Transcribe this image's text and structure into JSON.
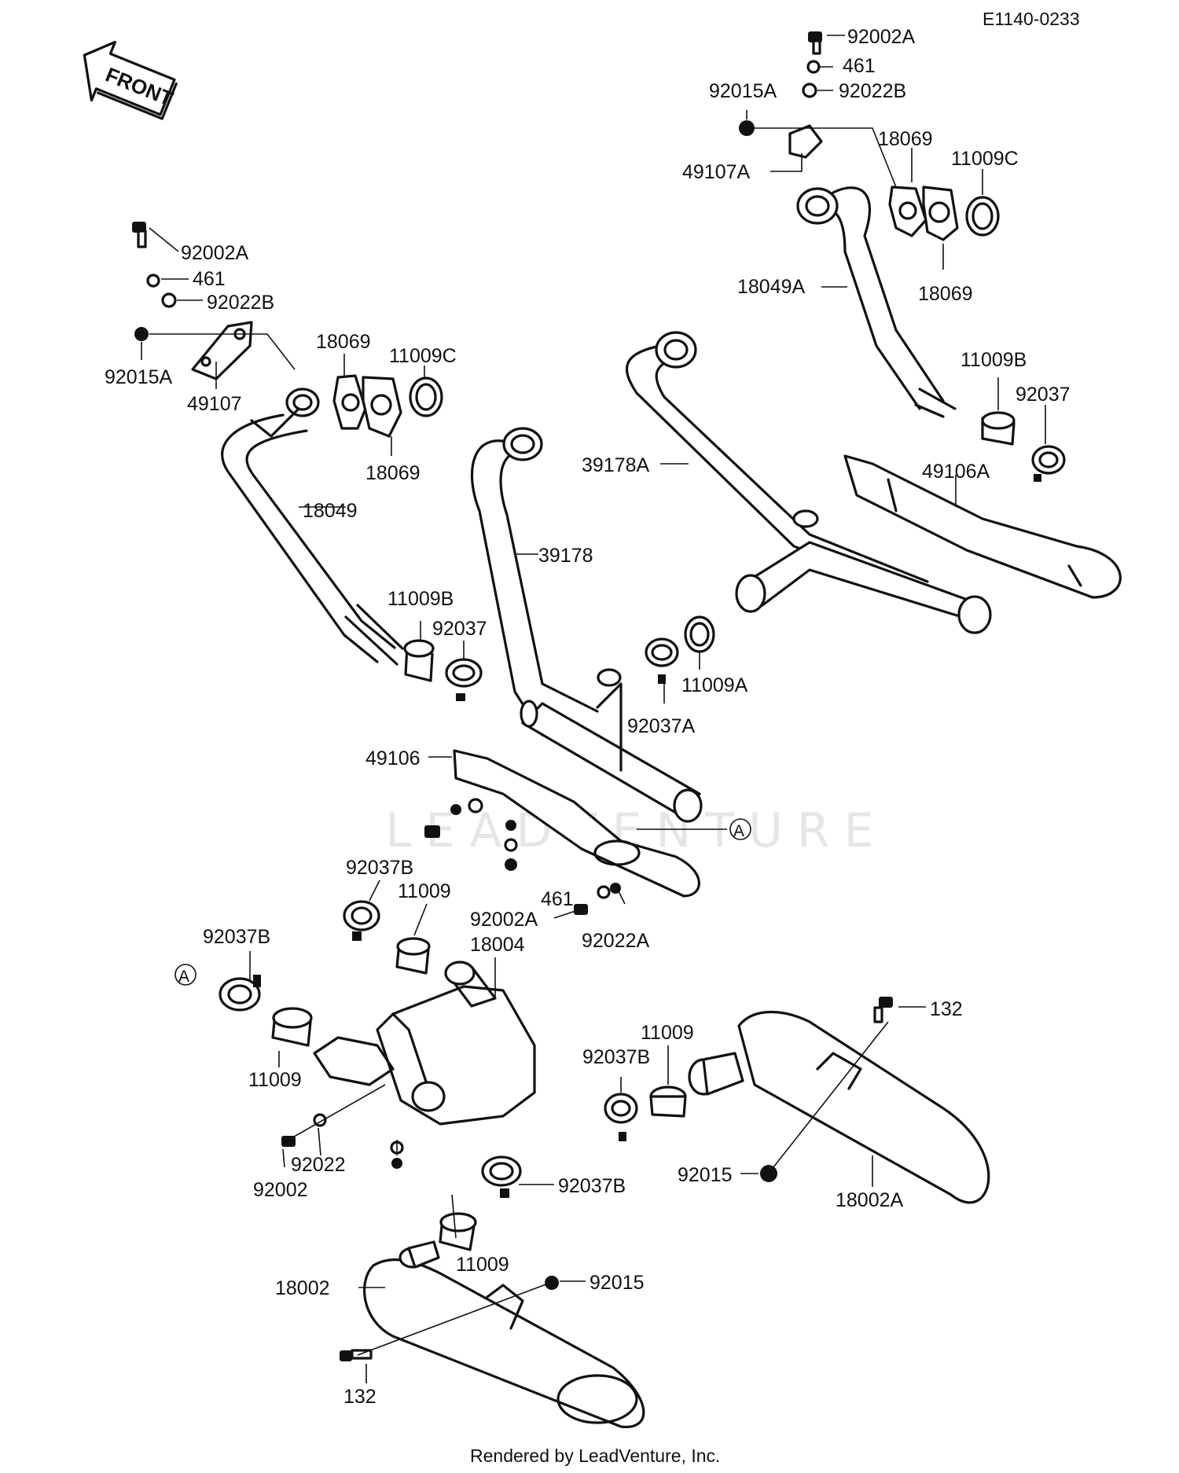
{
  "diagram_code": "E1140-0233",
  "front_label": "FRONT",
  "footer": "Rendered by LeadVenture, Inc.",
  "watermark": "LEADVENTURE",
  "ref_marker": "A",
  "callouts": [
    "92002A",
    "461",
    "92022B",
    "92015A",
    "49107A",
    "18069",
    "11009C",
    "18069",
    "18049A",
    "11009B",
    "92037",
    "49106A",
    "39178A",
    "92002A",
    "461",
    "92022B",
    "92015A",
    "49107",
    "18069",
    "11009C",
    "18069",
    "18049",
    "39178",
    "11009B",
    "92037",
    "11009A",
    "92037A",
    "49106",
    "92037B",
    "11009",
    "18004",
    "461",
    "92002A",
    "92022A",
    "92037B",
    "11009",
    "92002",
    "92022",
    "132",
    "11009",
    "92037B",
    "92015",
    "18002A",
    "92037B",
    "11009",
    "18002",
    "92015",
    "132"
  ]
}
